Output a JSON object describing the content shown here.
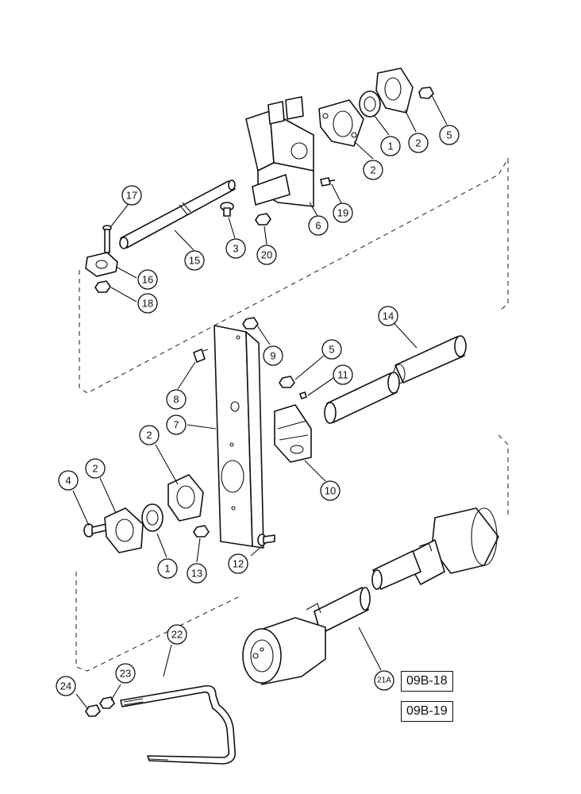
{
  "callouts": [
    {
      "id": "c1a",
      "label": "1"
    },
    {
      "id": "c2a",
      "label": "2"
    },
    {
      "id": "c5a",
      "label": "5"
    },
    {
      "id": "c2b",
      "label": "2"
    },
    {
      "id": "c19",
      "label": "19"
    },
    {
      "id": "c6",
      "label": "6"
    },
    {
      "id": "c17",
      "label": "17"
    },
    {
      "id": "c3",
      "label": "3"
    },
    {
      "id": "c20",
      "label": "20"
    },
    {
      "id": "c15",
      "label": "15"
    },
    {
      "id": "c16",
      "label": "16"
    },
    {
      "id": "c18",
      "label": "18"
    },
    {
      "id": "c14",
      "label": "14"
    },
    {
      "id": "c9",
      "label": "9"
    },
    {
      "id": "c5b",
      "label": "5"
    },
    {
      "id": "c11",
      "label": "11"
    },
    {
      "id": "c8",
      "label": "8"
    },
    {
      "id": "c7",
      "label": "7"
    },
    {
      "id": "c2c",
      "label": "2"
    },
    {
      "id": "c10",
      "label": "10"
    },
    {
      "id": "c4",
      "label": "4"
    },
    {
      "id": "c2d",
      "label": "2"
    },
    {
      "id": "c13",
      "label": "13"
    },
    {
      "id": "c12",
      "label": "12"
    },
    {
      "id": "c1b",
      "label": "1"
    },
    {
      "id": "c22",
      "label": "22"
    },
    {
      "id": "c23",
      "label": "23"
    },
    {
      "id": "c24",
      "label": "24"
    },
    {
      "id": "c21a",
      "label": "21A"
    }
  ],
  "reference_labels": [
    "09B-18",
    "09B-19"
  ]
}
